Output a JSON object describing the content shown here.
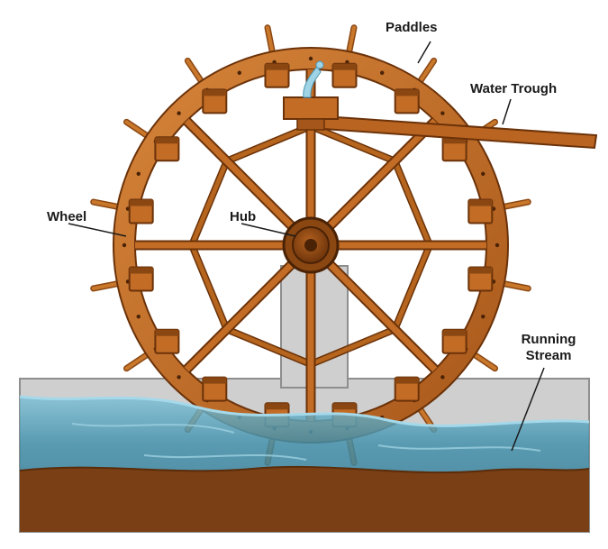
{
  "labels": {
    "paddles": "Paddles",
    "water_trough": "Water Trough",
    "wheel": "Wheel",
    "hub": "Hub",
    "running_stream_line1": "Running",
    "running_stream_line2": "Stream"
  },
  "icons": {
    "wheel": "water-wheel-icon",
    "hub": "hub-icon",
    "trough": "trough-icon"
  },
  "colors": {
    "wood_light": "#c9772b",
    "wood_dark": "#8a4712",
    "wood_mid": "#b5651d",
    "water_top": "#6fb1c9",
    "water_deep": "#2f7894",
    "mud": "#7a3f14",
    "stone": "#c9c9c9",
    "stone_edge": "#9a9a9a"
  }
}
